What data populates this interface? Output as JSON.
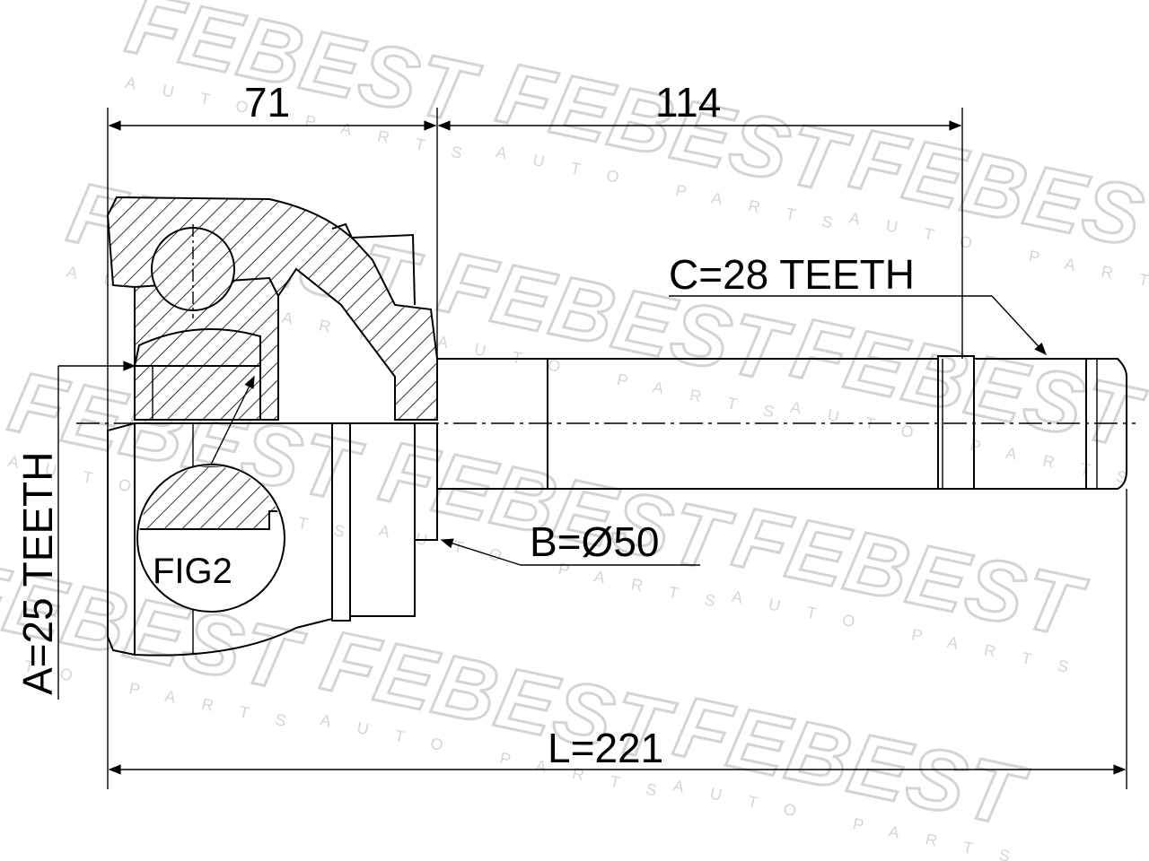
{
  "watermark": {
    "brand": "FEBEST",
    "tagline": "AUTO PARTS"
  },
  "dimensions": {
    "housing_length": "71",
    "shaft_length": "114",
    "total_length": "L=221"
  },
  "labels": {
    "outer_spline": "C=28 TEETH",
    "seal_diameter": "B=Ø50",
    "inner_spline": "A=25 TEETH",
    "figure_ref": "FIG2"
  }
}
